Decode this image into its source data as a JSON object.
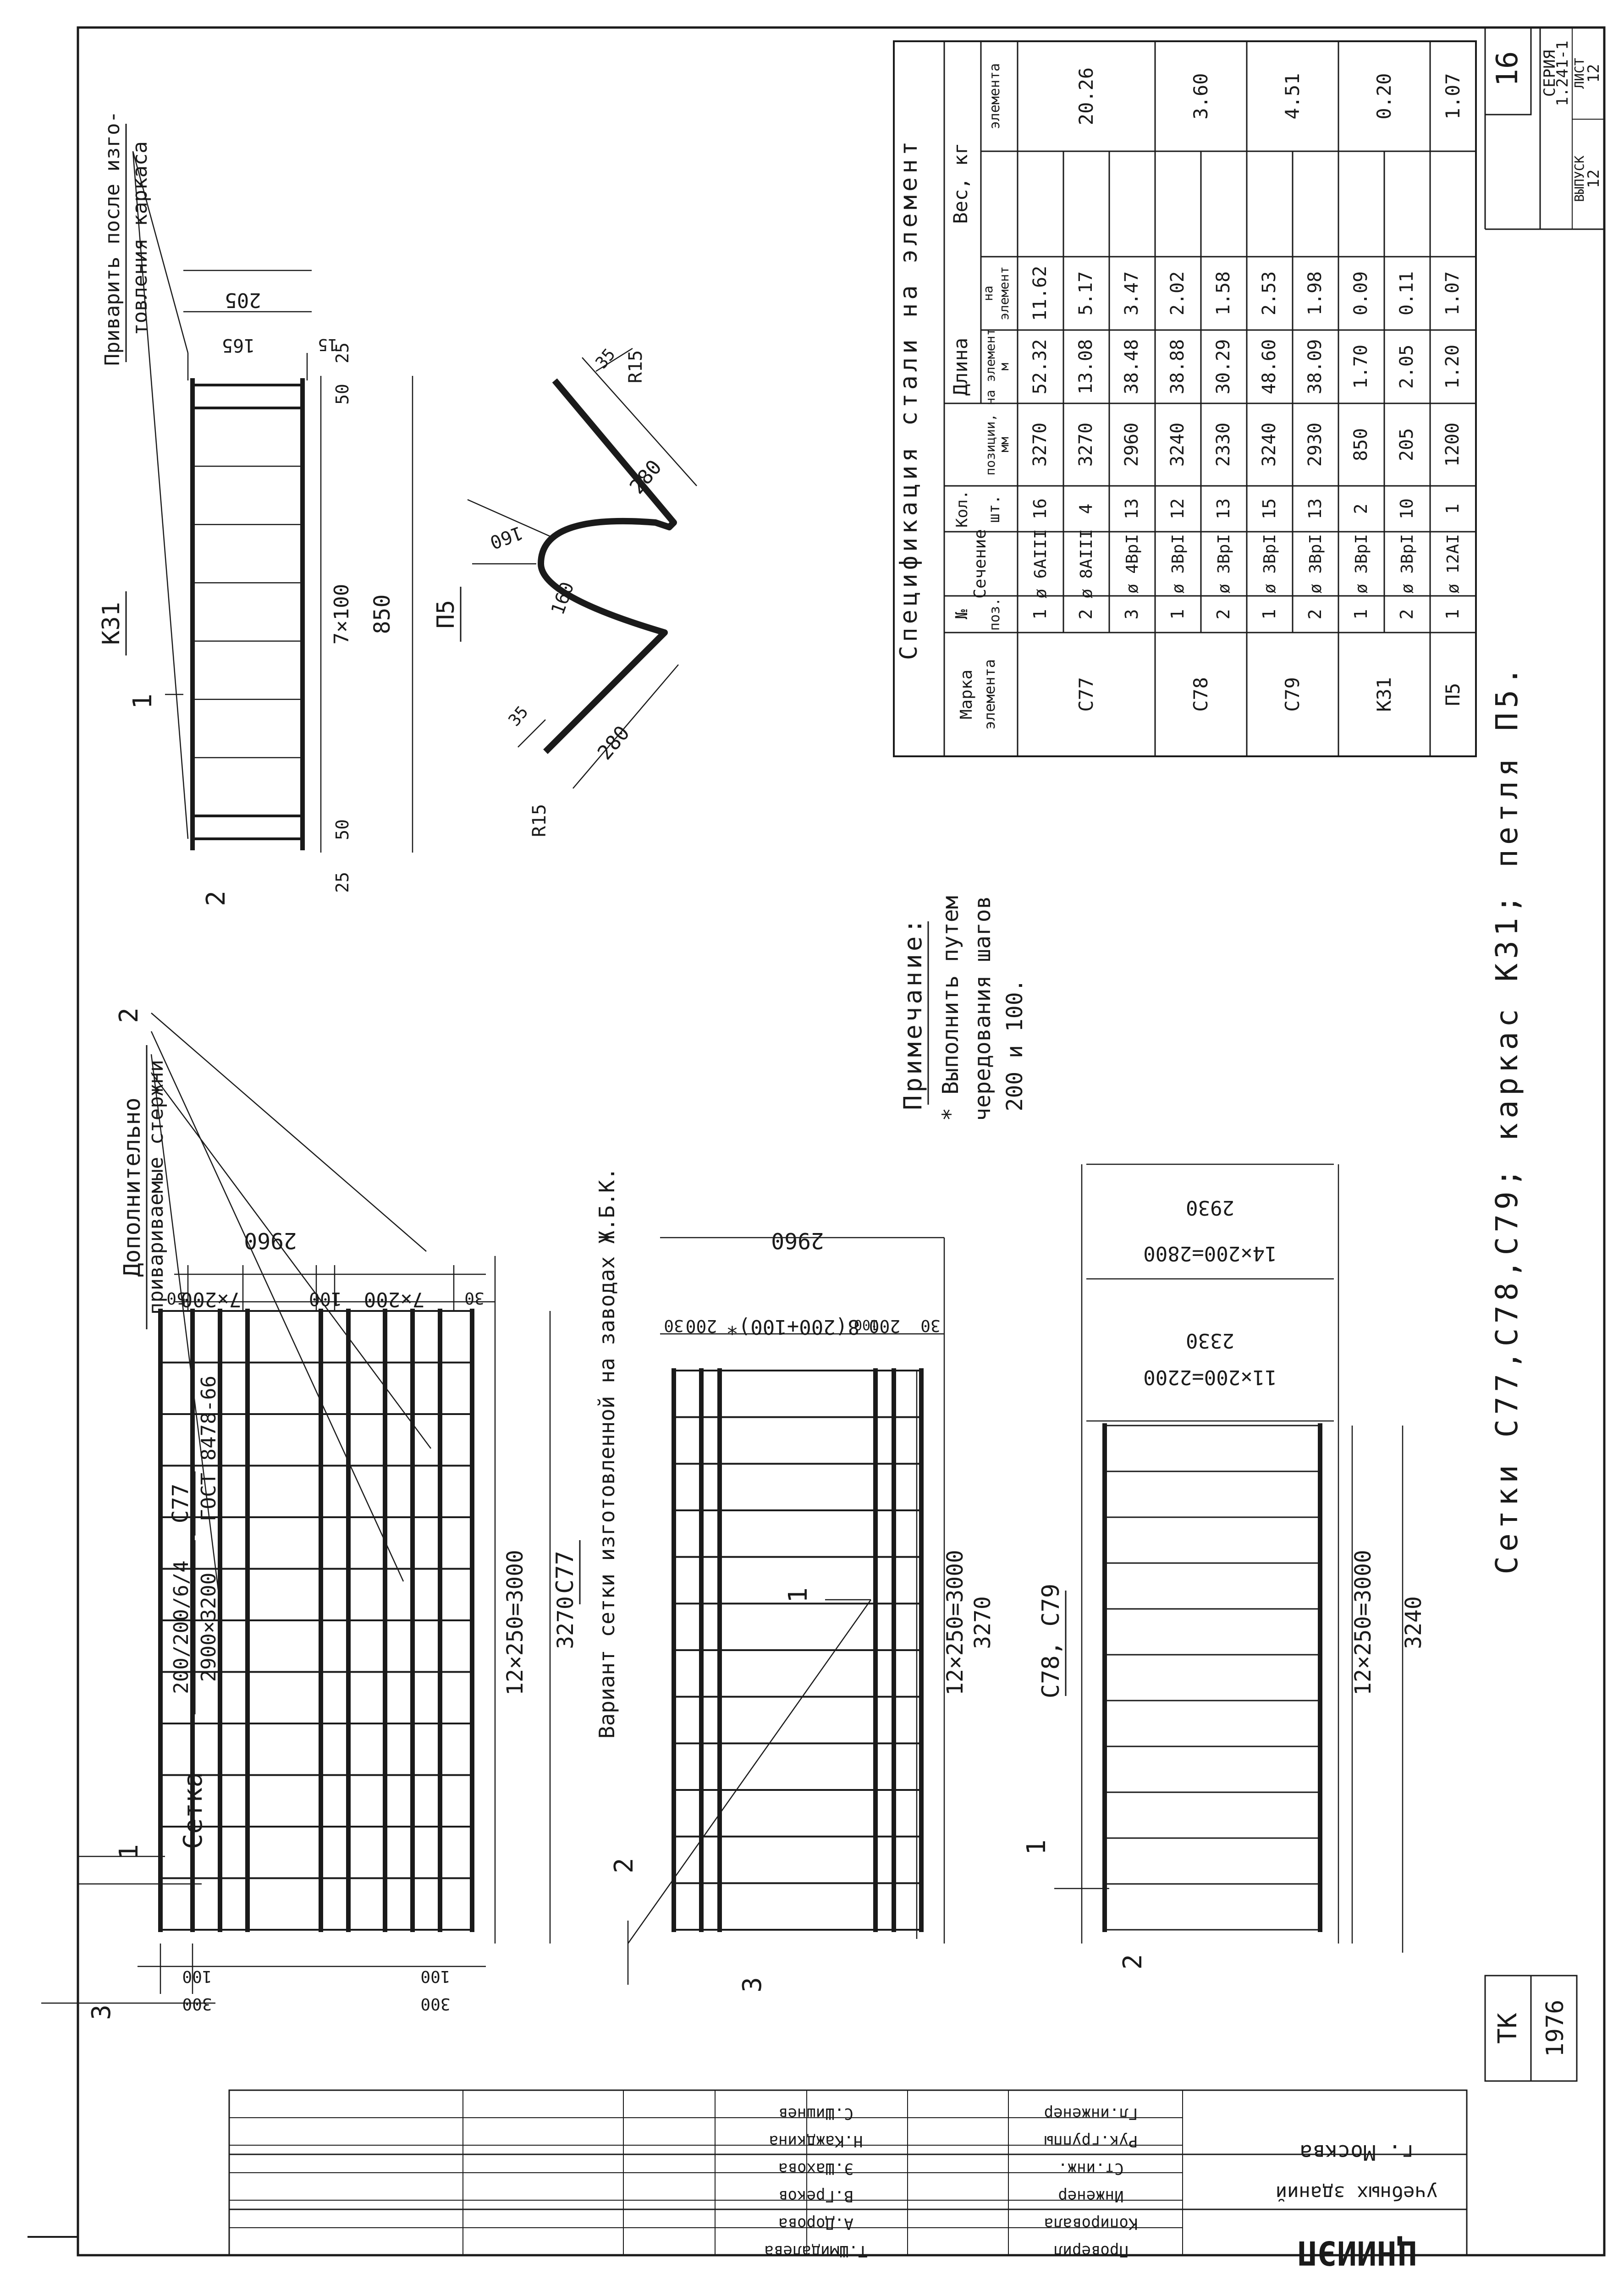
{
  "sheet": {
    "page_no": "16",
    "series_label": "СЕРИЯ",
    "series": "1.241-1",
    "issue_label": "ВЫПУСК",
    "issue": "12",
    "sheet_label": "ЛИСТ",
    "sheet": "12",
    "title": "Сетки С77,С78,С79; каркас К31; петля П5.",
    "code": "ТК",
    "year": "1976",
    "org_1": "г. Москва",
    "org_2": "учебных зданий",
    "logo": "ЦНИИЭП"
  },
  "stamp": {
    "rows": [
      {
        "role": "Гл.инженер",
        "name": "С.Шишнев"
      },
      {
        "role": "Рук.группы",
        "name": "Н.Каждкина"
      },
      {
        "role": "Ст.инж.",
        "name": "Э.Шахова"
      },
      {
        "role": "Инженер",
        "name": "В.Греков"
      },
      {
        "role": "Копировала",
        "name": "А.Дорова"
      },
      {
        "role": "Проверил",
        "name": "Т.Шмидалева"
      }
    ]
  },
  "c77": {
    "mark": "С77",
    "label_prefix": "Сетка",
    "formula_top": "200/200/6/4",
    "formula_bottom": "2900×3200",
    "gost": "ГОСТ 8478-66",
    "note_top": "Дополнительно",
    "note_bottom": "привариваемые стержни",
    "dim_span": "12×250=3000",
    "dim_total": "3270",
    "dim_height": "2960",
    "dim_7x200_a": "7×200",
    "dim_100": "100",
    "dim_7x200_b": "7×200",
    "dim_50": "50",
    "dim_30": "30",
    "dim_left_100": "100",
    "dim_left_300": "300",
    "dim_bot_100": "100",
    "dim_bot_300": "300",
    "pos_1": "1",
    "pos_2": "2",
    "pos_3": "3"
  },
  "c77v": {
    "mark": "С77",
    "caption": "Вариант сетки изготовленной на заводах Ж.Б.К.",
    "dim_span": "12×250=3000",
    "dim_total": "3270",
    "dim_height": "2960",
    "dim_formula": "8(200+100)*",
    "dim_200a": "200",
    "dim_200b": "200",
    "dim_100": "100",
    "dim_30a": "30",
    "dim_30b": "30",
    "pos_1": "1",
    "pos_2": "2",
    "pos_3": "3"
  },
  "c78": {
    "mark": "С78, С79",
    "dim_span": "12×250=3000",
    "dim_total": "3240",
    "dim_a_inner": "11×200=2200",
    "dim_a_total": "2330",
    "dim_b_inner": "14×200=2800",
    "dim_b_total": "2930",
    "pos_1": "1",
    "pos_2": "2"
  },
  "k31": {
    "mark": "К31",
    "note_top": "Приварить после изго-",
    "note_bottom": "товления каркаса",
    "dim_25a": "25",
    "dim_50a": "50",
    "dim_7x100": "7×100",
    "dim_850": "850",
    "dim_50b": "50",
    "dim_25b": "25",
    "dim_205": "205",
    "dim_165": "165",
    "dim_15": "15",
    "pos_1": "1",
    "pos_2": "2"
  },
  "p5": {
    "mark": "П5",
    "dim_280a": "280",
    "dim_280b": "280",
    "dim_160a": "160",
    "dim_160b": "160",
    "dim_35a": "35",
    "dim_35b": "35",
    "dim_r15a": "R15",
    "dim_r15b": "R15"
  },
  "note": {
    "title": "Примечание:",
    "line1": "* Выполнить путем",
    "line2": "чередования шагов",
    "line3": "200 и 100."
  },
  "spec": {
    "title": "Спецификация стали на элемент",
    "headers": {
      "mark_1": "Марка",
      "mark_2": "элемента",
      "pos_1": "№",
      "pos_2": "поз.",
      "section": "Сечение",
      "qty_1": "Кол.",
      "qty_2": "шт.",
      "length": "Длина",
      "len_pos_1": "позиции,",
      "len_pos_2": "мм",
      "len_el_1": "на элемент",
      "len_el_2": "м",
      "weight": "Вес, кг",
      "w_el_1": "на",
      "w_el_2": "элемент",
      "w_tot": "элемента"
    },
    "rows": [
      {
        "mark": "С77",
        "pos": "1",
        "section": "ø 6АIII",
        "qty": "16",
        "len_pos": "3270",
        "len_el": "52.32",
        "w_el": "11.62",
        "w_tot": "20.26"
      },
      {
        "mark": "",
        "pos": "2",
        "section": "ø 8АIII",
        "qty": "4",
        "len_pos": "3270",
        "len_el": "13.08",
        "w_el": "5.17",
        "w_tot": ""
      },
      {
        "mark": "",
        "pos": "3",
        "section": "ø 4ВрI",
        "qty": "13",
        "len_pos": "2960",
        "len_el": "38.48",
        "w_el": "3.47",
        "w_tot": ""
      },
      {
        "mark": "С78",
        "pos": "1",
        "section": "ø 3ВрI",
        "qty": "12",
        "len_pos": "3240",
        "len_el": "38.88",
        "w_el": "2.02",
        "w_tot": "3.60"
      },
      {
        "mark": "",
        "pos": "2",
        "section": "ø 3ВрI",
        "qty": "13",
        "len_pos": "2330",
        "len_el": "30.29",
        "w_el": "1.58",
        "w_tot": ""
      },
      {
        "mark": "С79",
        "pos": "1",
        "section": "ø 3ВрI",
        "qty": "15",
        "len_pos": "3240",
        "len_el": "48.60",
        "w_el": "2.53",
        "w_tot": "4.51"
      },
      {
        "mark": "",
        "pos": "2",
        "section": "ø 3ВрI",
        "qty": "13",
        "len_pos": "2930",
        "len_el": "38.09",
        "w_el": "1.98",
        "w_tot": ""
      },
      {
        "mark": "К31",
        "pos": "1",
        "section": "ø 3ВрI",
        "qty": "2",
        "len_pos": "850",
        "len_el": "1.70",
        "w_el": "0.09",
        "w_tot": "0.20"
      },
      {
        "mark": "",
        "pos": "2",
        "section": "ø 3ВрI",
        "qty": "10",
        "len_pos": "205",
        "len_el": "2.05",
        "w_el": "0.11",
        "w_tot": ""
      },
      {
        "mark": "П5",
        "pos": "1",
        "section": "ø 12АI",
        "qty": "1",
        "len_pos": "1200",
        "len_el": "1.20",
        "w_el": "1.07",
        "w_tot": "1.07"
      }
    ]
  }
}
